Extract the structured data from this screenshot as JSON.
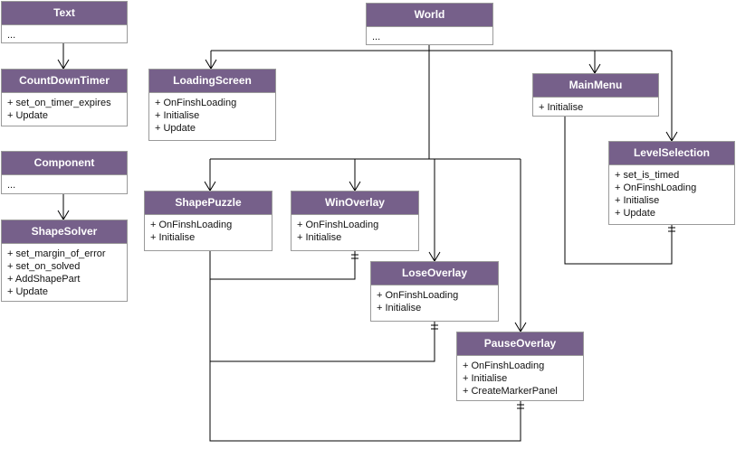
{
  "colors": {
    "header": "#76608a",
    "line": "#000000"
  },
  "classes": {
    "text": {
      "name": "Text",
      "members": [
        "..."
      ]
    },
    "countdown": {
      "name": "CountDownTimer",
      "members": [
        "+ set_on_timer_expires",
        "+ Update"
      ]
    },
    "component": {
      "name": "Component",
      "members": [
        "..."
      ]
    },
    "shapesolver": {
      "name": "ShapeSolver",
      "members": [
        "+ set_margin_of_error",
        "+ set_on_solved",
        "+ AddShapePart",
        "+ Update"
      ]
    },
    "world": {
      "name": "World",
      "members": [
        "..."
      ]
    },
    "loadingscreen": {
      "name": "LoadingScreen",
      "members": [
        "+ OnFinshLoading",
        "+ Initialise",
        "+ Update"
      ]
    },
    "mainmenu": {
      "name": "MainMenu",
      "members": [
        "+ Initialise"
      ]
    },
    "levelselection": {
      "name": "LevelSelection",
      "members": [
        "+ set_is_timed",
        "+ OnFinshLoading",
        "+ Initialise",
        "+ Update"
      ]
    },
    "shapepuzzle": {
      "name": "ShapePuzzle",
      "members": [
        "+ OnFinshLoading",
        "+ Initialise"
      ]
    },
    "winoverlay": {
      "name": "WinOverlay",
      "members": [
        "+ OnFinshLoading",
        "+ Initialise"
      ]
    },
    "loseoverlay": {
      "name": "LoseOverlay",
      "members": [
        "+ OnFinshLoading",
        "+ Initialise"
      ]
    },
    "pauseoverlay": {
      "name": "PauseOverlay",
      "members": [
        "+ OnFinshLoading",
        "+ Initialise",
        "+ CreateMarkerPanel"
      ]
    }
  }
}
